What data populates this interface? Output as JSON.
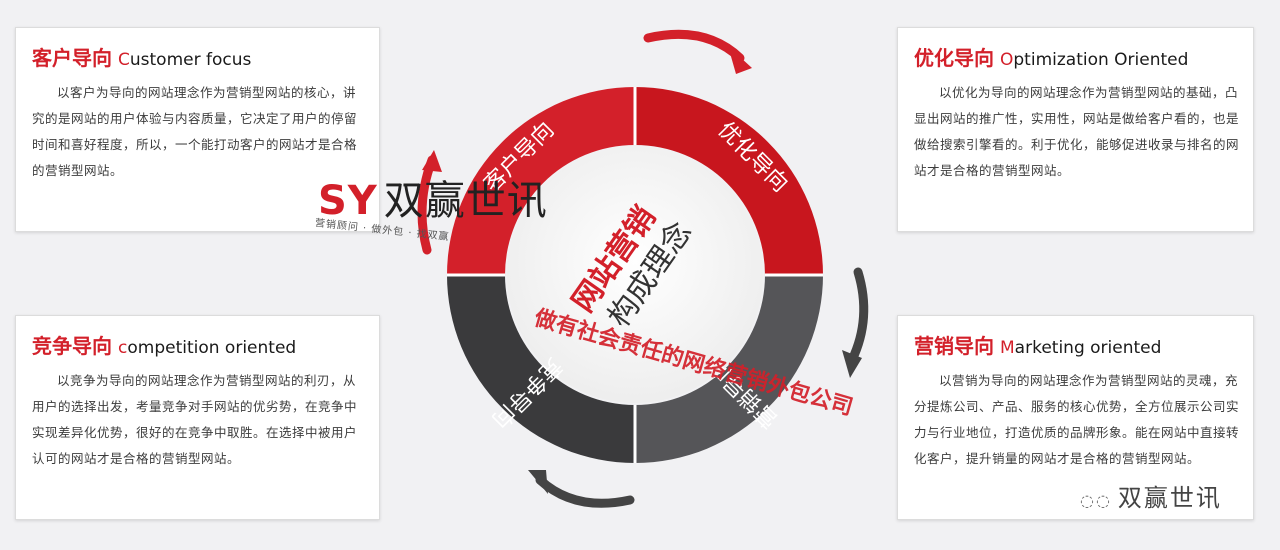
{
  "cards": {
    "customer": {
      "title_zh": "客户导向",
      "title_en_cap": "C",
      "title_en_rest": "ustomer focus",
      "body": "以客户为导向的网站理念作为营销型网站的核心，讲究的是网站的用户体验与内容质量，它决定了用户的停留时间和喜好程度，所以，一个能打动客户的网站才是合格的营销型网站。"
    },
    "optimization": {
      "title_zh": "优化导向",
      "title_en_cap": "O",
      "title_en_rest": "ptimization Oriented",
      "body": "以优化为导向的网站理念作为营销型网站的基础，凸显出网站的推广性，实用性，网站是做给客户看的，也是做给搜索引擎看的。利于优化，能够促进收录与排名的网站才是合格的营销型网站。"
    },
    "competition": {
      "title_zh": "竞争导向",
      "title_en_cap": "c",
      "title_en_rest": "ompetition oriented",
      "body": "以竞争为导向的网站理念作为营销型网站的利刃，从用户的选择出发，考量竞争对手网站的优劣势，在竞争中实现差异化优势，很好的在竞争中取胜。在选择中被用户认可的网站才是合格的营销型网站。"
    },
    "marketing": {
      "title_zh": "营销导向",
      "title_en_cap": "M",
      "title_en_rest": "arketing oriented",
      "body": "以营销为导向的网站理念作为营销型网站的灵魂，充分提炼公司、产品、服务的核心优势，全方位展示公司实力与行业地位，打造优质的品牌形象。能在网站中直接转化客户，提升销量的网站才是合格的营销型网站。"
    }
  },
  "ring": {
    "segments": [
      "客户导向",
      "优化导向",
      "营销导向",
      "竞争导向"
    ],
    "center_line1": "网站营销",
    "center_line2": "构成理念",
    "colors": {
      "red": "#d3202a",
      "dark_red": "#c8161e",
      "dark_gray": "#3a3a3c",
      "mid_gray": "#555558",
      "arrow_gray": "#444444"
    }
  },
  "watermark": {
    "logo_sy": "SY",
    "logo_text": "双赢世讯",
    "sub": "营销顾问 · 做外包 · 找双赢",
    "slogan": "做有社会责任的网络营销外包公司",
    "brand": "双赢世讯",
    "brand_icon": "wechat-icon"
  }
}
